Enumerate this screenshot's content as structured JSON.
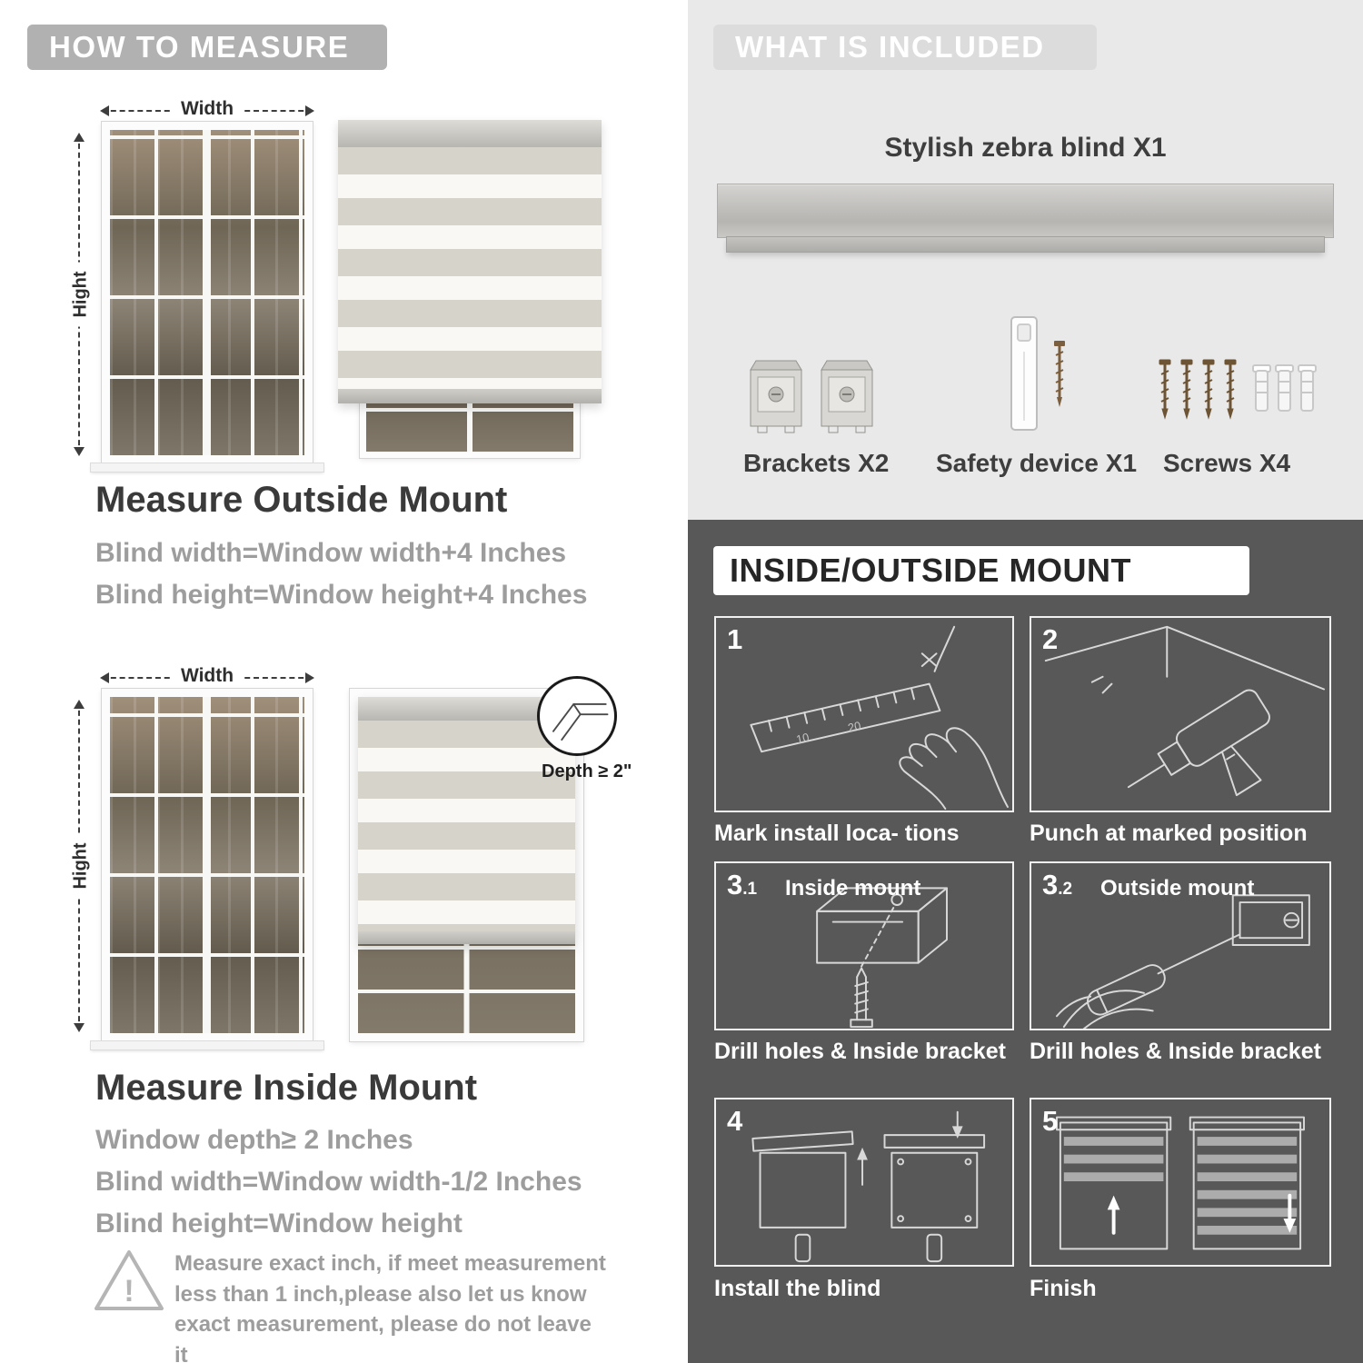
{
  "left": {
    "banner": "HOW TO MEASURE",
    "warning_mark": "!",
    "outside": {
      "width_label": "Width",
      "height_label": "Hight",
      "heading": "Measure Outside Mount",
      "line1": "Blind width=Window width+4 Inches",
      "line2": "Blind height=Window height+4 Inches"
    },
    "inside": {
      "width_label": "Width",
      "height_label": "Hight",
      "depth_label": "Depth ≥ 2\"",
      "heading": "Measure Inside Mount",
      "line1": "Window depth≥ 2 Inches",
      "line2": "Blind width=Window width-1/2 Inches",
      "line3": "Blind height=Window height"
    },
    "note": "Measure exact inch, if meet measurement less than 1 inch,please also let us know exact measurement, please do not leave it"
  },
  "right": {
    "included": {
      "banner": "WHAT IS INCLUDED",
      "blind_label": "Stylish zebra blind X1",
      "items": [
        {
          "label": "Brackets X2",
          "icon": "bracket-icon"
        },
        {
          "label": "Safety device X1",
          "icon": "safety-device-icon"
        },
        {
          "label": "Screws X4",
          "icon": "screws-icon"
        }
      ]
    },
    "mount": {
      "banner": "INSIDE/OUTSIDE MOUNT",
      "ruler_numbers": [
        "10",
        "20"
      ],
      "steps": [
        {
          "num": "1",
          "sub": "",
          "tag": "",
          "caption": "Mark install loca- tions"
        },
        {
          "num": "2",
          "sub": "",
          "tag": "",
          "caption": "Punch at  marked position"
        },
        {
          "num": "3",
          "sub": ".1",
          "tag": "Inside mount",
          "caption": "Drill holes &  Inside bracket"
        },
        {
          "num": "3",
          "sub": ".2",
          "tag": "Outside mount",
          "caption": "Drill holes &  Inside bracket"
        },
        {
          "num": "4",
          "sub": "",
          "tag": "",
          "caption": "Install the blind"
        },
        {
          "num": "5",
          "sub": "",
          "tag": "",
          "caption": "Finish"
        }
      ]
    }
  },
  "colors": {
    "left_banner_bg": "#b1b1b1",
    "included_banner_bg": "#dcdcdc",
    "right_top_bg": "#e9e9e9",
    "dark_section_bg": "#585858",
    "gray_text": "#9d9d9d",
    "dark_text": "#3a3a3a"
  }
}
